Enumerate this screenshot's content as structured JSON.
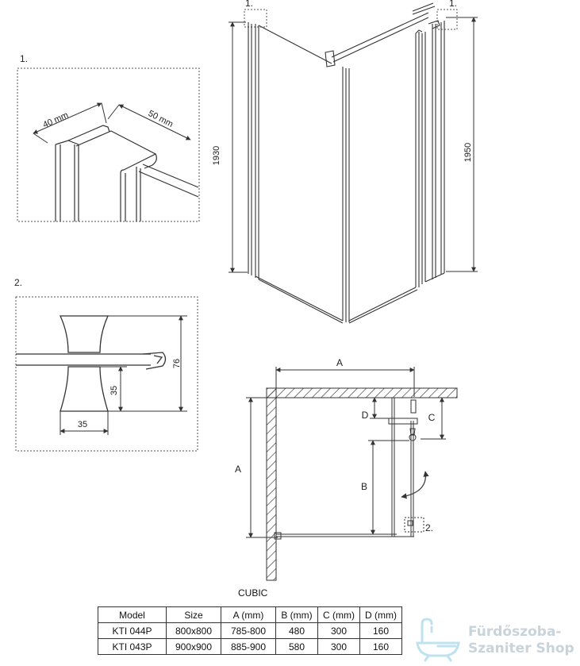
{
  "detail1": {
    "marker": "1.",
    "dim_left": "40 mm",
    "dim_right": "50 mm"
  },
  "detail2": {
    "marker": "2.",
    "dim_height": "76",
    "dim_mid": "35",
    "dim_width": "35"
  },
  "isometric": {
    "marker_left": "1.",
    "marker_right": "1.",
    "height_left": "1930",
    "height_right": "1950"
  },
  "plan": {
    "label_A_top": "A",
    "label_A_side": "A",
    "label_B": "B",
    "label_C": "C",
    "label_D": "D",
    "marker_2": "2."
  },
  "caption": "CUBIC",
  "table": {
    "headers": [
      "Model",
      "Size",
      "A (mm)",
      "B (mm)",
      "C (mm)",
      "D (mm)"
    ],
    "rows": [
      [
        "KTI 044P",
        "800x800",
        "785-800",
        "480",
        "300",
        "160"
      ],
      [
        "KTI 043P",
        "900x900",
        "885-900",
        "580",
        "300",
        "160"
      ]
    ]
  },
  "watermark": {
    "line1": "Fürdőszoba-",
    "line2": "Szaniter Shop"
  }
}
